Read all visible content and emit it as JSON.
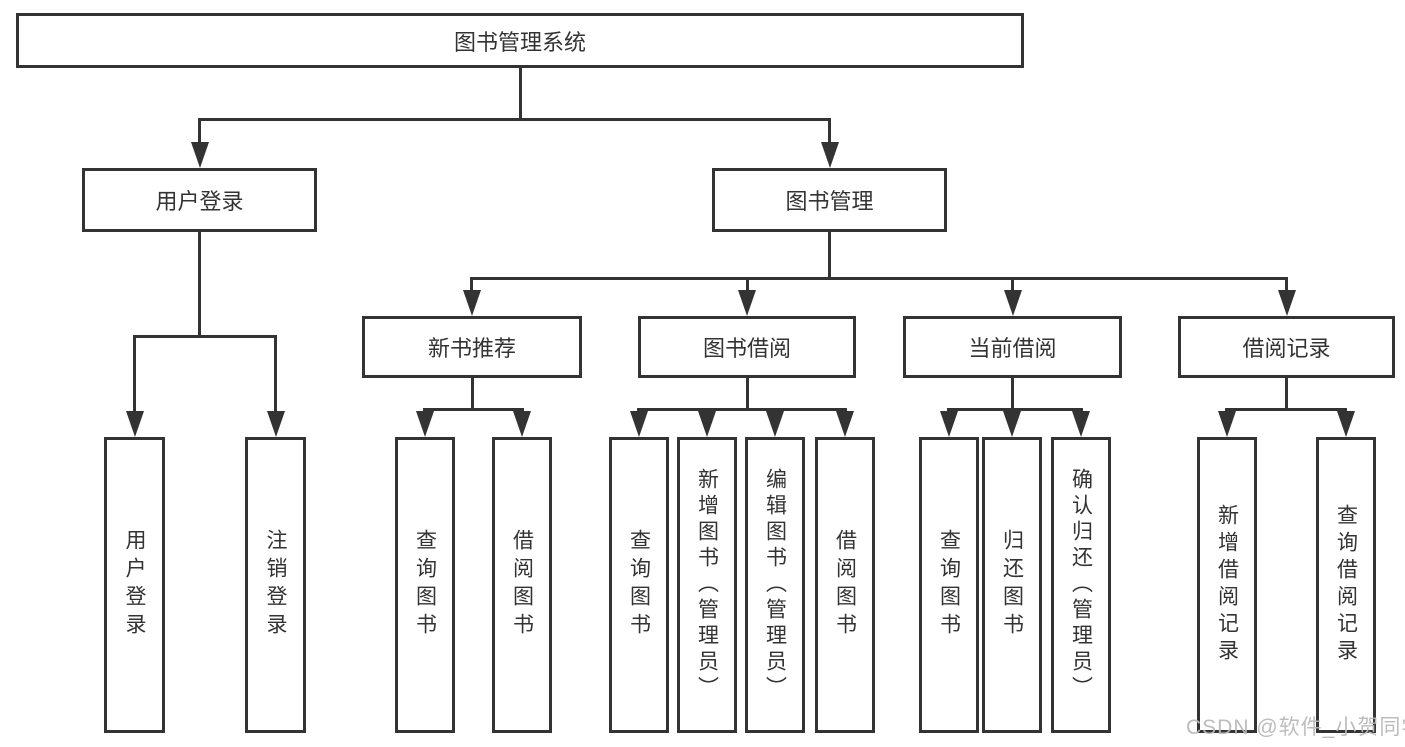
{
  "diagram": {
    "type": "hierarchy-chart",
    "root": "图书管理系统",
    "level2": [
      "用户登录",
      "图书管理"
    ],
    "level3": [
      "新书推荐",
      "图书借阅",
      "当前借阅",
      "借阅记录"
    ],
    "leaves": [
      "用户登录",
      "注销登录",
      "查询图书",
      "借阅图书",
      "查询图书",
      "新增图书（管理员）",
      "编辑图书（管理员）",
      "借阅图书",
      "查询图书",
      "归还图书",
      "确认归还（管理员）",
      "新增借阅记录",
      "查询借阅记录"
    ],
    "hierarchy": {
      "图书管理系统": {
        "用户登录": [
          "用户登录",
          "注销登录"
        ],
        "图书管理": {
          "新书推荐": [
            "查询图书",
            "借阅图书"
          ],
          "图书借阅": [
            "查询图书",
            "新增图书（管理员）",
            "编辑图书（管理员）",
            "借阅图书"
          ],
          "当前借阅": [
            "查询图书",
            "归还图书",
            "确认归还（管理员）"
          ],
          "借阅记录": [
            "新增借阅记录",
            "查询借阅记录"
          ]
        }
      }
    }
  },
  "watermark": "CSDN @软件_小贺同学",
  "colors": {
    "line": "#333333",
    "text": "#333333",
    "background": "#ffffff",
    "watermark": "#b8b8b8"
  }
}
